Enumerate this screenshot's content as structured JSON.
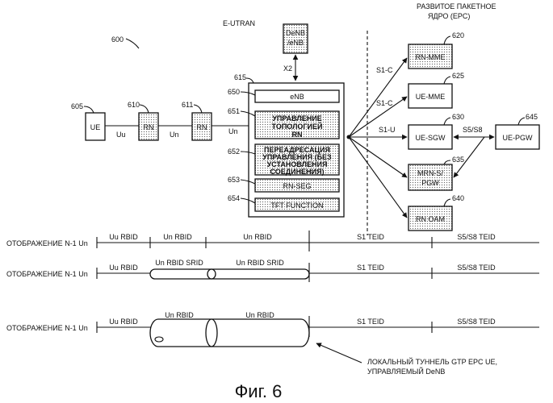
{
  "labels": {
    "eutran": "E-UTRAN",
    "epc_line1": "РАЗВИТОЕ ПАКЕТНОЕ",
    "epc_line2": "ЯДРО (EPC)",
    "fig_ref": "600",
    "caption": "Фиг. 6",
    "gtp_line1": "ЛОКАЛЬНЫЙ ТУННЕЛЬ GTP EPC UE,",
    "gtp_line2": "УПРАВЛЯЕМЫЙ DeNB"
  },
  "nodes": {
    "ue": {
      "ref": "605",
      "label": "UE"
    },
    "rn1": {
      "ref": "610",
      "label": "RN"
    },
    "rn2": {
      "ref": "611",
      "label": "RN"
    },
    "denb_top": {
      "line1": "DeNB",
      "line2": "/eNB"
    },
    "denb": {
      "ref": "615"
    },
    "enb": {
      "ref": "650",
      "label": "eNB"
    },
    "topo": {
      "ref": "651",
      "line1": "УПРАВЛЕНИЕ",
      "line2": "ТОПОЛОГИЕЙ",
      "line3": "RN"
    },
    "redir": {
      "ref": "652",
      "line1": "ПЕРЕАДРЕСАЦИЯ",
      "line2": "УПРАВЛЕНИЯ (БЕЗ",
      "line3": "УСТАНОВЛЕНИЯ",
      "line4": "СОЕДИНЕНИЯ)"
    },
    "rnseg": {
      "ref": "653",
      "label": "RN-SEG"
    },
    "tft": {
      "ref": "654",
      "label": "TFT FUNCTION"
    },
    "rnmme": {
      "ref": "620",
      "label": "RN-MME"
    },
    "uemme": {
      "ref": "625",
      "label": "UE-MME"
    },
    "uesgw": {
      "ref": "630",
      "label": "UE-SGW"
    },
    "mrn": {
      "ref": "635",
      "line1": "MRN-S/",
      "line2": "PGW"
    },
    "rnoam": {
      "ref": "640",
      "label": "RN OAM"
    },
    "uepgw": {
      "ref": "645",
      "label": "UE-PGW"
    }
  },
  "links": {
    "uu": "Uu",
    "un1": "Un",
    "un2": "Un",
    "x2": "X2",
    "s1c_a": "S1-C",
    "s1c_b": "S1-C",
    "s1u": "S1-U",
    "s5s8": "S5/S8"
  },
  "mappings": [
    {
      "label": "ОТОБРАЖЕНИЕ N-1 Un",
      "seg1": "Uu RBID",
      "seg2": "Un RBID",
      "seg3": "Un RBID",
      "seg4": "S1 TEID",
      "seg5": "S5/S8 TEID"
    },
    {
      "label": "ОТОБРАЖЕНИЕ N-1 Un",
      "seg1": "Uu RBID",
      "seg2": "Un RBID SRID",
      "seg3": "Un RBID SRID",
      "seg4": "S1 TEID",
      "seg5": "S5/S8 TEID"
    },
    {
      "label": "ОТОБРАЖЕНИЕ N-1 Un",
      "seg1": "Uu RBID",
      "seg2": "Un RBID",
      "seg3": "Un RBID",
      "seg4": "S1 TEID",
      "seg5": "S5/S8 TEID"
    }
  ]
}
